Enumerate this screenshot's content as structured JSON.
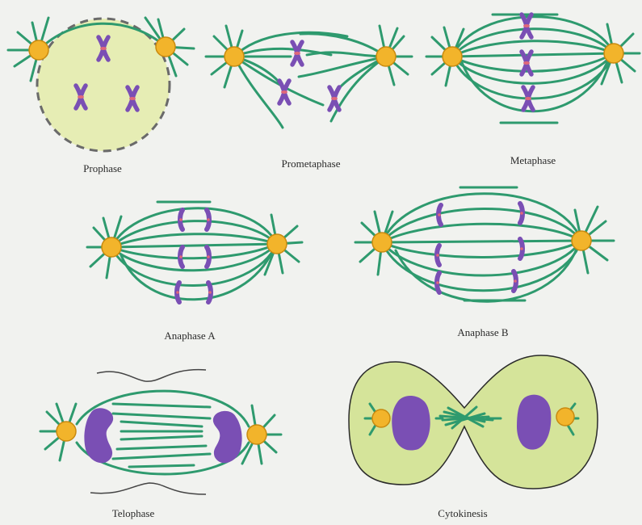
{
  "stages": [
    {
      "id": "prophase",
      "label": "Prophase"
    },
    {
      "id": "prometaphase",
      "label": "Prometaphase"
    },
    {
      "id": "metaphase",
      "label": "Metaphase"
    },
    {
      "id": "anaphase_a",
      "label": "Anaphase A"
    },
    {
      "id": "anaphase_b",
      "label": "Anaphase B"
    },
    {
      "id": "telophase",
      "label": "Telophase"
    },
    {
      "id": "cytokinesis",
      "label": "Cytokinesis"
    }
  ],
  "colors": {
    "background": "#f1f2ef",
    "cell_fill": "#e6edb4",
    "cytokinesis_fill": "#d5e49a",
    "nuclear_envelope": "#6a6a6a",
    "spindle_fiber": "#2e9a6e",
    "centrosome": "#f2b42b",
    "centrosome_edge": "#c98a10",
    "chromosome": "#7a4fb4",
    "centromere": "#e0687a",
    "nucleus": "#7a4fb4"
  }
}
